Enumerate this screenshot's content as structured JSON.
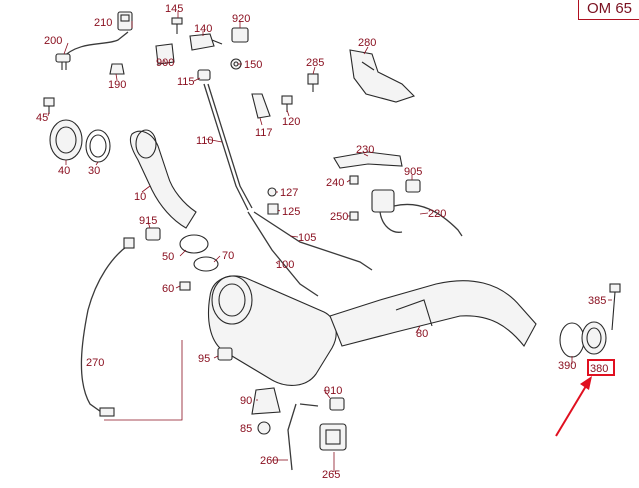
{
  "model_code": "OM 65",
  "highlight_color": "#e01020",
  "label_color": "#8a1020",
  "highlighted_part": "380",
  "labels": [
    "210",
    "145",
    "140",
    "920",
    "200",
    "150",
    "900",
    "190",
    "115",
    "285",
    "280",
    "45",
    "110",
    "117",
    "120",
    "40",
    "30",
    "10",
    "230",
    "905",
    "240",
    "127",
    "125",
    "250",
    "220",
    "915",
    "105",
    "50",
    "70",
    "100",
    "60",
    "80",
    "385",
    "270",
    "95",
    "390",
    "380",
    "910",
    "90",
    "85",
    "260",
    "265"
  ]
}
